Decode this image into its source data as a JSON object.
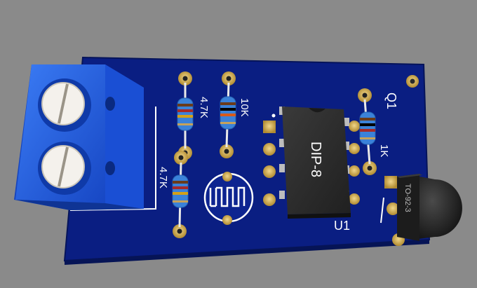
{
  "board": {
    "labels": {
      "r1": "4.7K",
      "r2": "4.7K",
      "r3": "10K",
      "r4": "1K",
      "ic_body": "DIP-8",
      "ic_ref": "U1",
      "q_ref": "Q1",
      "q_pkg": "TO-92-3"
    }
  },
  "colors": {
    "background": "#8a8a8a",
    "pcb": "#0a1e82",
    "pad": "#c8a24a",
    "terminal_block": "#1f5fe0",
    "chip": "#2a2a2a"
  }
}
